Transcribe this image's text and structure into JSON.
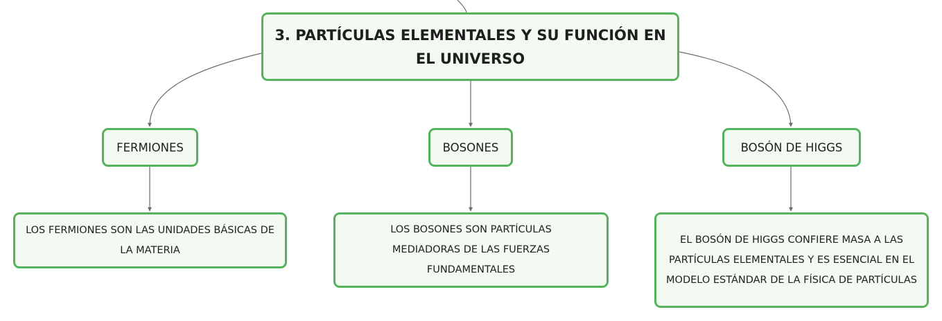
{
  "map": {
    "root": {
      "title": "3. PARTÍCULAS ELEMENTALES Y SU FUNCIÓN EN EL UNIVERSO"
    },
    "branches": [
      {
        "label": "FERMIONES",
        "description": "LOS FERMIONES SON LAS UNIDADES BÁSICAS DE LA MATERIA"
      },
      {
        "label": "BOSONES",
        "description": "LOS BOSONES SON PARTÍCULAS MEDIADORAS DE LAS FUERZAS FUNDAMENTALES"
      },
      {
        "label": "BOSÓN DE HIGGS",
        "description": "EL BOSÓN DE HIGGS CONFIERE MASA A LAS PARTÍCULAS ELEMENTALES Y ES ESENCIAL EN EL MODELO ESTÁNDAR DE LA FÍSICA DE PARTÍCULAS"
      }
    ]
  },
  "colors": {
    "node_border": "#55b35e",
    "node_fill": "#f2faf1",
    "connector": "#6b6b6b"
  }
}
